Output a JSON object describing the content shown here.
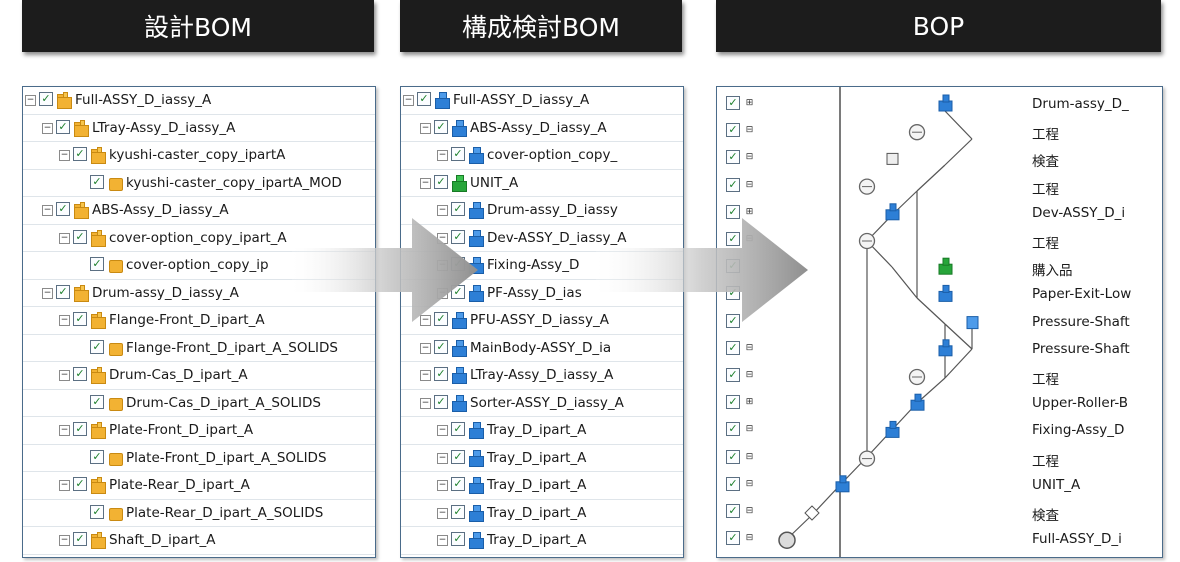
{
  "headers": {
    "design_bom": "設計BOM",
    "config_bom": "構成検討BOM",
    "bop": "BOP"
  },
  "design_bom": [
    {
      "depth": 0,
      "icon": "folder",
      "label": "Full-ASSY_D_iassy_A"
    },
    {
      "depth": 1,
      "icon": "folder",
      "label": "LTray-Assy_D_iassy_A"
    },
    {
      "depth": 2,
      "icon": "folder",
      "label": "kyushi-caster_copy_ipartA"
    },
    {
      "depth": 3,
      "icon": "part",
      "label": "kyushi-caster_copy_ipartA_MOD"
    },
    {
      "depth": 1,
      "icon": "folder",
      "label": "ABS-Assy_D_iassy_A"
    },
    {
      "depth": 2,
      "icon": "folder",
      "label": "cover-option_copy_ipart_A"
    },
    {
      "depth": 3,
      "icon": "part",
      "label": "cover-option_copy_ip"
    },
    {
      "depth": 1,
      "icon": "folder",
      "label": "Drum-assy_D_iassy_A"
    },
    {
      "depth": 2,
      "icon": "folder",
      "label": "Flange-Front_D_ipart_A"
    },
    {
      "depth": 3,
      "icon": "part",
      "label": "Flange-Front_D_ipart_A_SOLIDS"
    },
    {
      "depth": 2,
      "icon": "folder",
      "label": "Drum-Cas_D_ipart_A"
    },
    {
      "depth": 3,
      "icon": "part",
      "label": "Drum-Cas_D_ipart_A_SOLIDS"
    },
    {
      "depth": 2,
      "icon": "folder",
      "label": "Plate-Front_D_ipart_A"
    },
    {
      "depth": 3,
      "icon": "part",
      "label": "Plate-Front_D_ipart_A_SOLIDS"
    },
    {
      "depth": 2,
      "icon": "folder",
      "label": "Plate-Rear_D_ipart_A"
    },
    {
      "depth": 3,
      "icon": "part",
      "label": "Plate-Rear_D_ipart_A_SOLIDS"
    },
    {
      "depth": 2,
      "icon": "folder",
      "label": "Shaft_D_ipart_A"
    }
  ],
  "config_bom": [
    {
      "depth": 0,
      "icon": "asm-blue",
      "label": "Full-ASSY_D_iassy_A"
    },
    {
      "depth": 1,
      "icon": "asm-blue",
      "label": "ABS-Assy_D_iassy_A"
    },
    {
      "depth": 2,
      "icon": "asm-blue",
      "label": "cover-option_copy_"
    },
    {
      "depth": 1,
      "icon": "asm-green",
      "label": "UNIT_A"
    },
    {
      "depth": 2,
      "icon": "asm-blue",
      "label": "Drum-assy_D_iassy"
    },
    {
      "depth": 2,
      "icon": "asm-blue",
      "label": "Dev-ASSY_D_iassy_A"
    },
    {
      "depth": 2,
      "icon": "asm-blue",
      "label": "Fixing-Assy_D"
    },
    {
      "depth": 2,
      "icon": "asm-blue",
      "label": "PF-Assy_D_ias"
    },
    {
      "depth": 1,
      "icon": "asm-blue",
      "label": "PFU-ASSY_D_iassy_A"
    },
    {
      "depth": 1,
      "icon": "asm-blue",
      "label": "MainBody-ASSY_D_ia"
    },
    {
      "depth": 1,
      "icon": "asm-blue",
      "label": "LTray-Assy_D_iassy_A"
    },
    {
      "depth": 1,
      "icon": "asm-blue",
      "label": "Sorter-ASSY_D_iassy_A"
    },
    {
      "depth": 2,
      "icon": "asm-blue",
      "label": "Tray_D_ipart_A"
    },
    {
      "depth": 2,
      "icon": "asm-blue",
      "label": "Tray_D_ipart_A"
    },
    {
      "depth": 2,
      "icon": "asm-blue",
      "label": "Tray_D_ipart_A"
    },
    {
      "depth": 2,
      "icon": "asm-blue",
      "label": "Tray_D_ipart_A"
    },
    {
      "depth": 2,
      "icon": "asm-blue",
      "label": "Tray_D_ipart_A"
    }
  ],
  "bop": [
    {
      "label": "Drum-assy_D_",
      "exp": "plus"
    },
    {
      "label": "工程",
      "exp": "minus"
    },
    {
      "label": "検査",
      "exp": "minus"
    },
    {
      "label": "工程",
      "exp": "minus"
    },
    {
      "label": "Dev-ASSY_D_i",
      "exp": "plus"
    },
    {
      "label": "工程",
      "exp": "minus"
    },
    {
      "label": "購入品",
      "exp": "none"
    },
    {
      "label": "Paper-Exit-Low",
      "exp": "none"
    },
    {
      "label": "Pressure-Shaft",
      "exp": "none"
    },
    {
      "label": "Pressure-Shaft",
      "exp": "minus"
    },
    {
      "label": "工程",
      "exp": "minus"
    },
    {
      "label": "Upper-Roller-B",
      "exp": "plus"
    },
    {
      "label": "Fixing-Assy_D",
      "exp": "minus"
    },
    {
      "label": "工程",
      "exp": "minus"
    },
    {
      "label": "UNIT_A",
      "exp": "minus"
    },
    {
      "label": "検査",
      "exp": "minus"
    },
    {
      "label": "Full-ASSY_D_i",
      "exp": "minus"
    }
  ],
  "colors": {
    "folder": "#f2b233",
    "asm_blue": "#2d7fd6",
    "asm_green": "#27a53a",
    "header_bg": "#1c1c1c",
    "arrow": "#a8a8a8"
  }
}
